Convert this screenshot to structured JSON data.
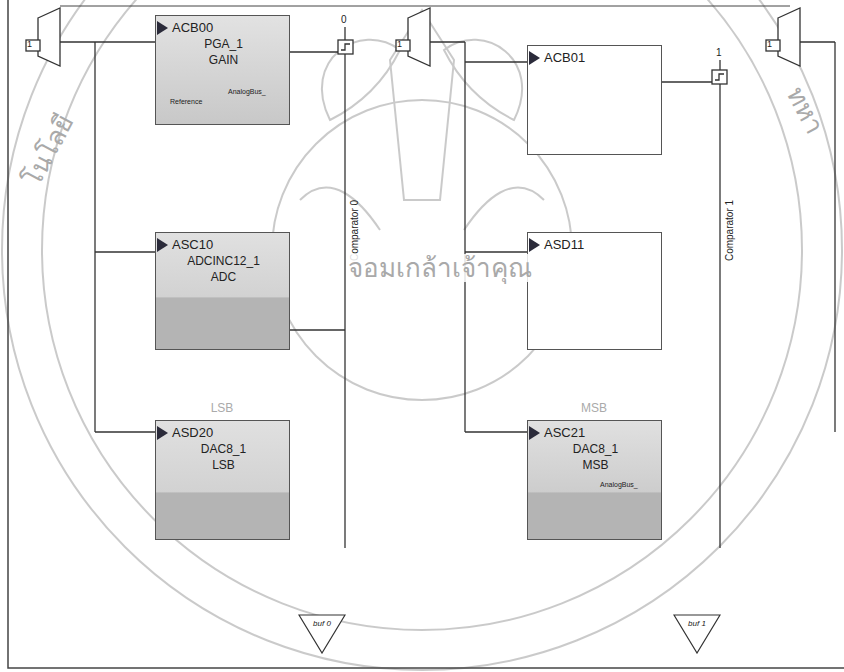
{
  "diagram": {
    "nodes": [
      {
        "text": [
          "ACB00",
          "PGA_1",
          "GAIN",
          "AnalogBus_",
          "Reference"
        ]
      },
      {
        "text": [
          "ACB01"
        ]
      },
      {
        "text": [
          "ASC10",
          "ADCINC12_1",
          "ADC"
        ]
      },
      {
        "text": [
          "ASD11"
        ]
      },
      {
        "text": [
          "ASD20",
          "DAC8_1",
          "LSB"
        ]
      },
      {
        "text": [
          "ASC21",
          "DAC8_1",
          "MSB",
          "AnalogBus_"
        ]
      },
      {
        "text": [
          "buf 0"
        ]
      },
      {
        "text": [
          "buf 1"
        ]
      }
    ],
    "labels": [
      "1",
      "0",
      "1",
      "1",
      "1",
      "LSB",
      "MSB",
      "Comparator 0",
      "Comparator 1",
      "โนโลยี",
      "จอมเกล้าเจ้าคุณ",
      "ทหา"
    ]
  }
}
